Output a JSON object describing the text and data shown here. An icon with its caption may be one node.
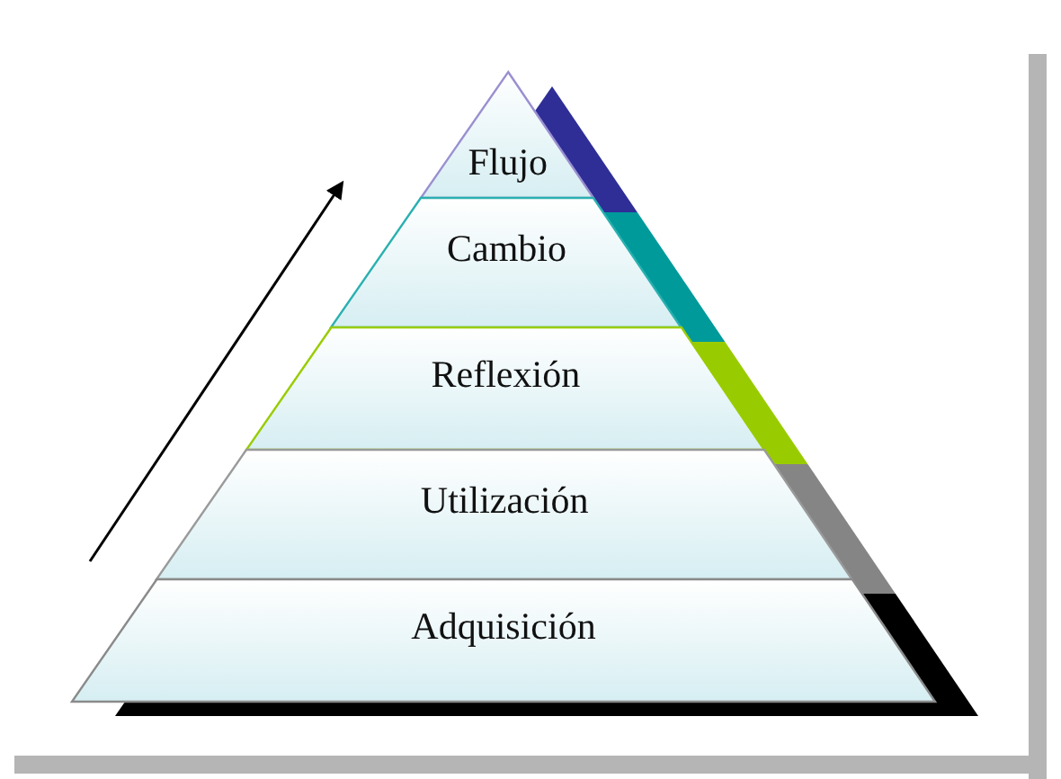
{
  "diagram": {
    "nodes": [
      {
        "text": [
          "Flujo"
        ]
      },
      {
        "text": [
          "Cambio"
        ]
      },
      {
        "text": [
          "Reflexión"
        ]
      },
      {
        "text": [
          "Utilización"
        ]
      },
      {
        "text": [
          "Adquisición"
        ]
      }
    ]
  }
}
